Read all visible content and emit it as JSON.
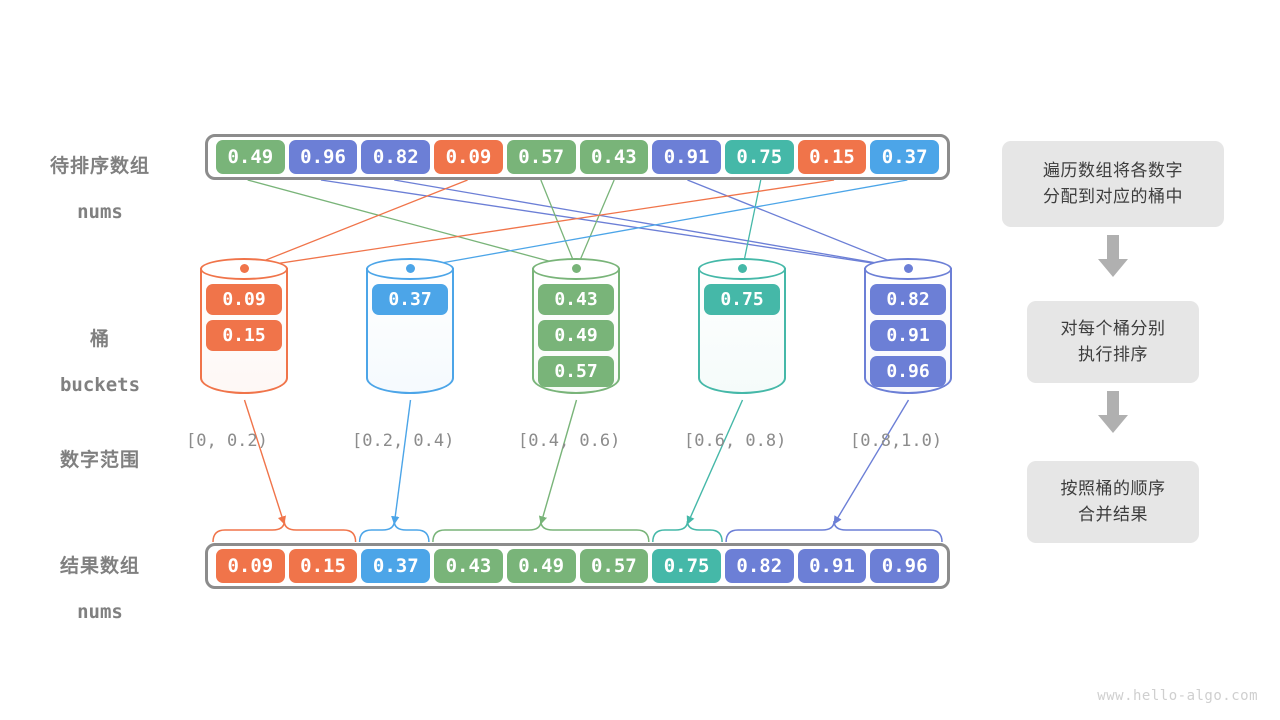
{
  "watermark": "www.hello-algo.com",
  "palette": {
    "green": "#79b479",
    "purple": "#6c7fd6",
    "orange": "#f0744a",
    "teal": "#45b8a8",
    "blue": "#4ca5e8",
    "frame": "#8c8c8c",
    "label": "#808080",
    "flow_bg": "#e6e6e6",
    "flow_text": "#3d3d3d",
    "arrow_gray": "#b0b0b0"
  },
  "rows": {
    "input": {
      "label_cn": "待排序数组",
      "label_en": "nums",
      "cells": [
        {
          "value": "0.49",
          "color": "green"
        },
        {
          "value": "0.96",
          "color": "purple"
        },
        {
          "value": "0.82",
          "color": "purple"
        },
        {
          "value": "0.09",
          "color": "orange"
        },
        {
          "value": "0.57",
          "color": "green"
        },
        {
          "value": "0.43",
          "color": "green"
        },
        {
          "value": "0.91",
          "color": "purple"
        },
        {
          "value": "0.75",
          "color": "teal"
        },
        {
          "value": "0.15",
          "color": "orange"
        },
        {
          "value": "0.37",
          "color": "blue"
        }
      ]
    },
    "buckets": {
      "label_cn": "桶",
      "label_en": "buckets",
      "range_label_cn": "数字范围",
      "list": [
        {
          "range": "[0, 0.2)",
          "color": "orange",
          "items": [
            "0.09",
            "0.15"
          ]
        },
        {
          "range": "[0.2, 0.4)",
          "color": "blue",
          "items": [
            "0.37"
          ]
        },
        {
          "range": "[0.4, 0.6)",
          "color": "green",
          "items": [
            "0.43",
            "0.49",
            "0.57"
          ]
        },
        {
          "range": "[0.6, 0.8)",
          "color": "teal",
          "items": [
            "0.75"
          ]
        },
        {
          "range": "[0.8,1.0)",
          "color": "purple",
          "items": [
            "0.82",
            "0.91",
            "0.96"
          ]
        }
      ]
    },
    "result": {
      "label_cn": "结果数组",
      "label_en": "nums",
      "cells": [
        {
          "value": "0.09",
          "color": "orange"
        },
        {
          "value": "0.15",
          "color": "orange"
        },
        {
          "value": "0.37",
          "color": "blue"
        },
        {
          "value": "0.43",
          "color": "green"
        },
        {
          "value": "0.49",
          "color": "green"
        },
        {
          "value": "0.57",
          "color": "green"
        },
        {
          "value": "0.75",
          "color": "teal"
        },
        {
          "value": "0.82",
          "color": "purple"
        },
        {
          "value": "0.91",
          "color": "purple"
        },
        {
          "value": "0.96",
          "color": "purple"
        }
      ]
    }
  },
  "flow": {
    "steps": [
      "遍历数组将各数字\n分配到对应的桶中",
      "对每个桶分别\n执行排序",
      "按照桶的顺序\n合并结果"
    ]
  }
}
